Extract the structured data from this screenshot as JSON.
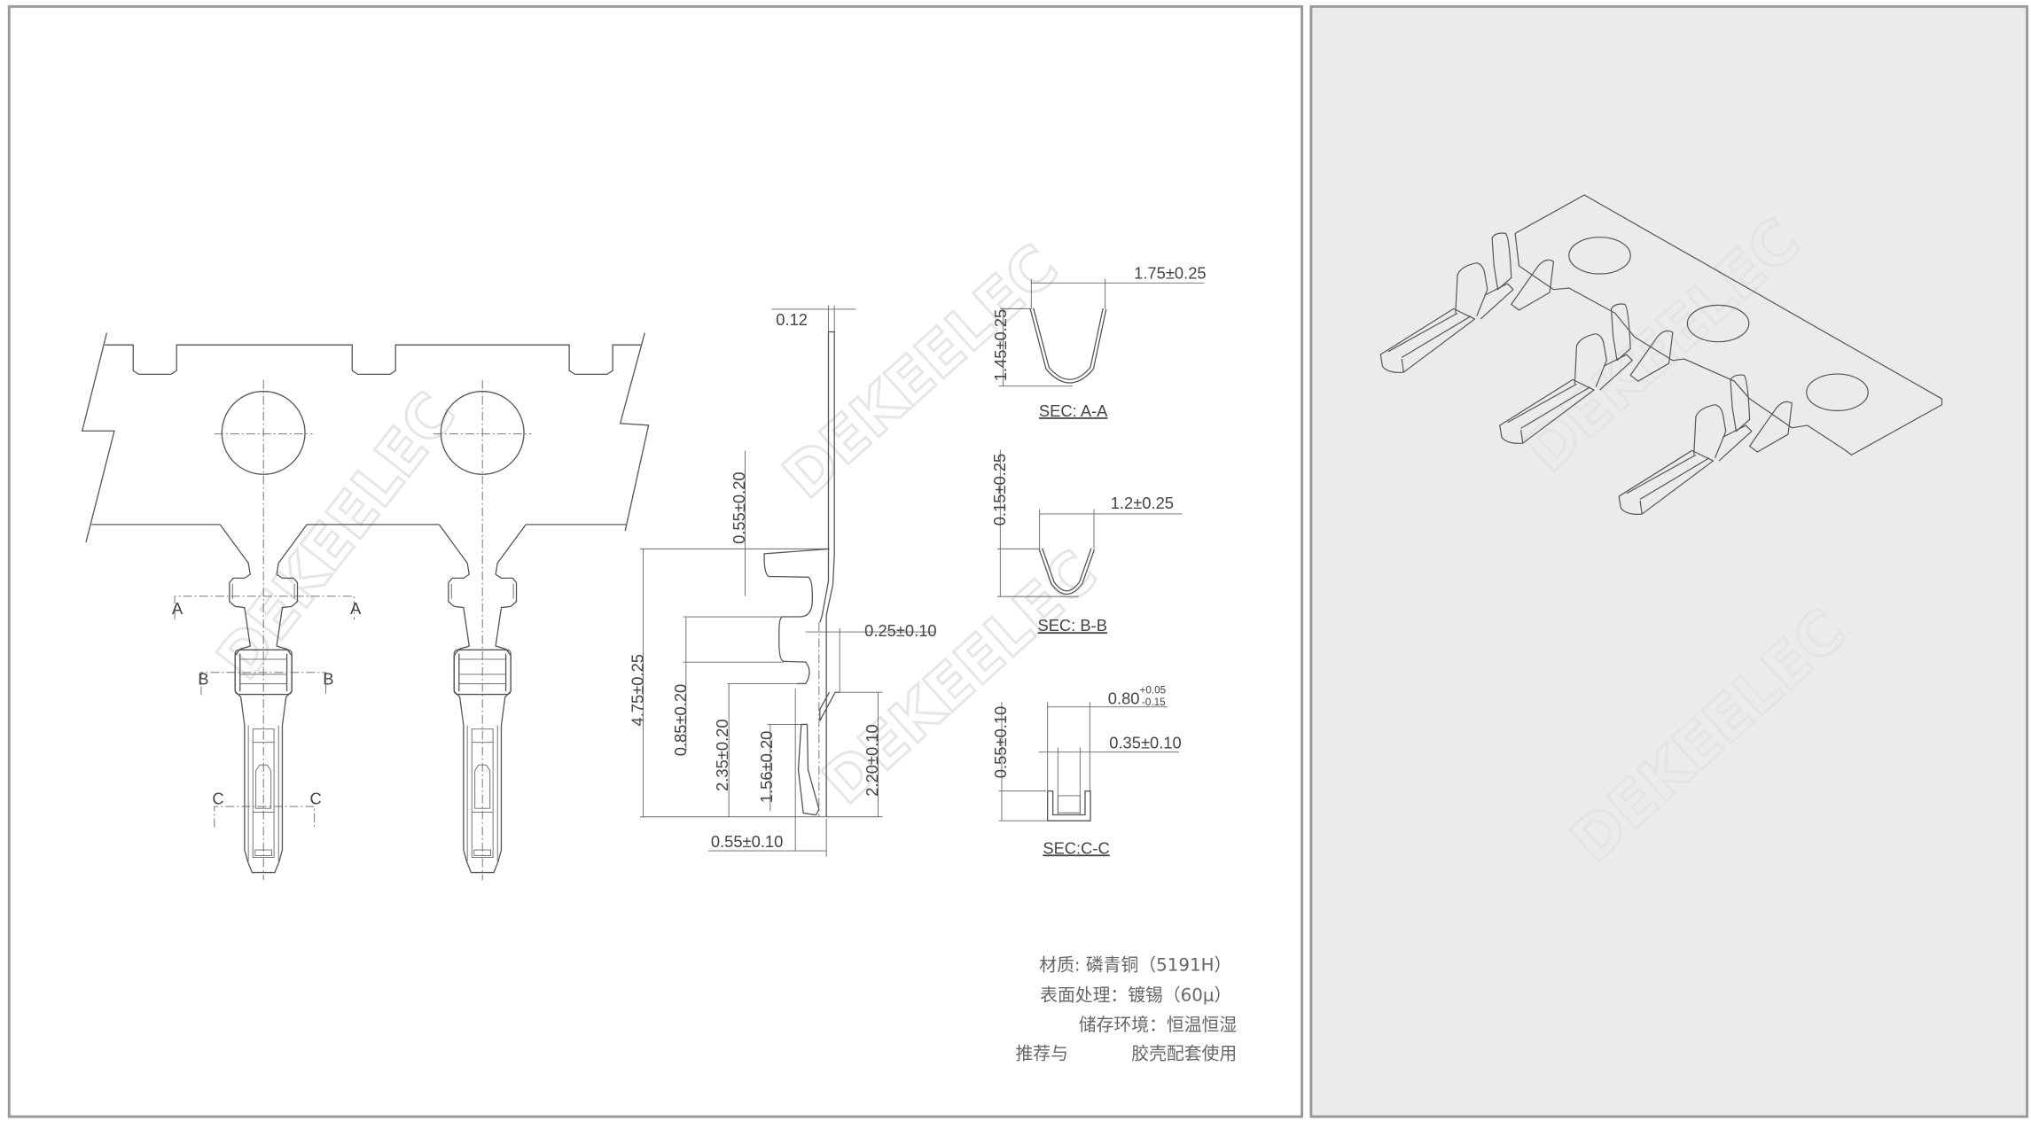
{
  "watermark": "DEKEELEC",
  "front_view": {
    "section_labels": {
      "a": "A",
      "b": "B",
      "c": "C"
    }
  },
  "side_view": {
    "dims": {
      "thickness": "0.12",
      "d055_020": "0.55±0.20",
      "d475": "4.75±0.25",
      "d085": "0.85±0.20",
      "d235": "2.35±0.20",
      "d156": "1.56±0.20",
      "d025": "0.25±0.10",
      "d220": "2.20±0.10",
      "d055_010": "0.55±0.10"
    }
  },
  "sections": {
    "aa": {
      "title": "SEC: A-A",
      "width": "1.75±0.25",
      "height": "1.45±0.25"
    },
    "bb": {
      "title": "SEC: B-B",
      "width": "1.2±0.25",
      "height": "0.15±0.25"
    },
    "cc": {
      "title": "SEC:C-C",
      "width_base": "0.80",
      "width_tol_upper": "+0.05",
      "width_tol_lower": "-0.15",
      "inner": "0.35±0.10",
      "height": "0.55±0.10"
    }
  },
  "notes": {
    "material": "材质: 磷青铜（5191H）",
    "surface": "表面处理：镀锡（60μ）",
    "storage": "储存环境：恒温恒湿",
    "recommend_a": "推荐与",
    "recommend_b": "胶壳配套使用"
  }
}
